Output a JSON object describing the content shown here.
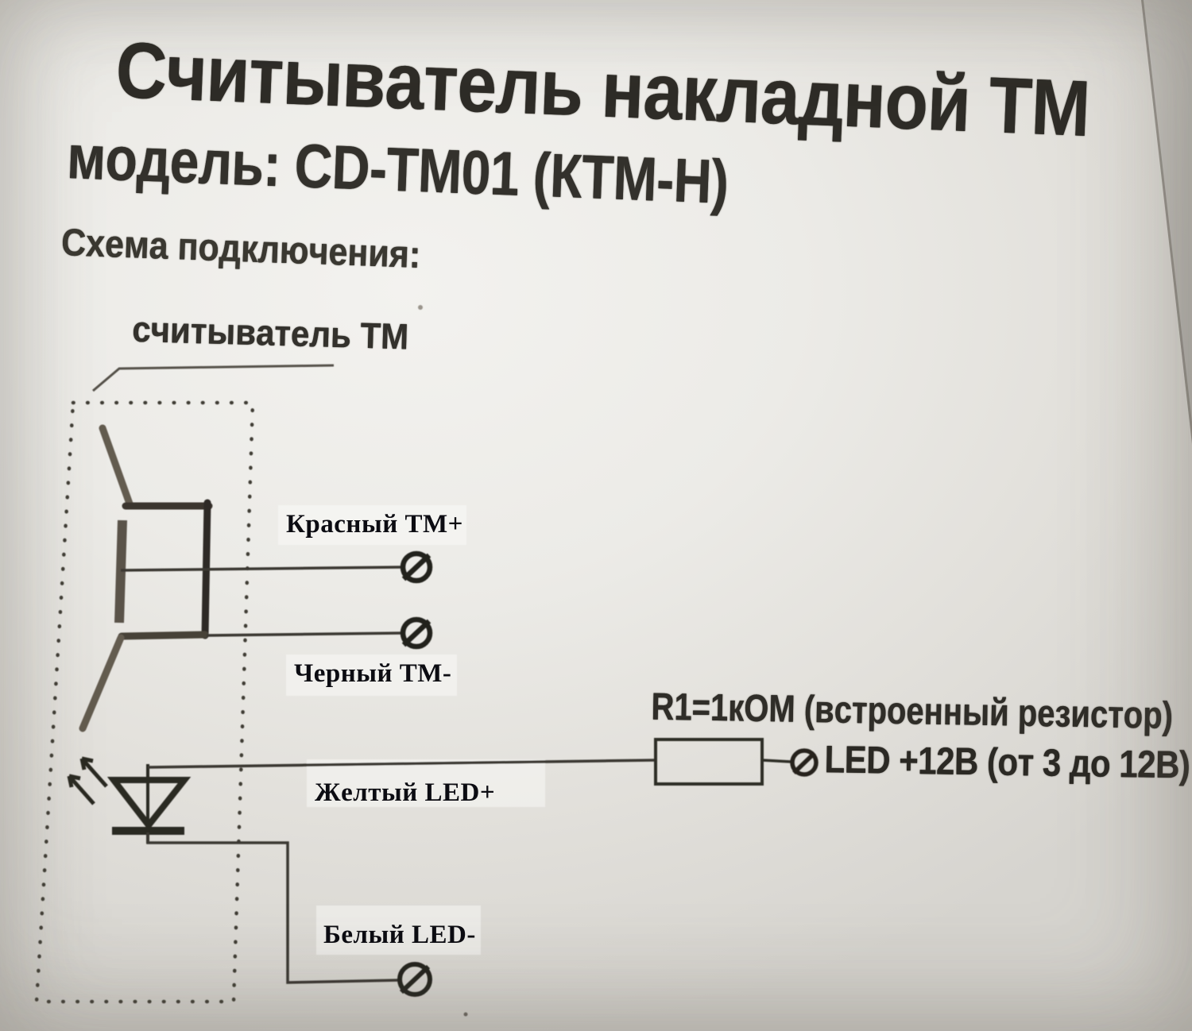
{
  "title": "Считыватель накладной ТМ",
  "model_line": "модель: CD-TM01 (КТМ-Н)",
  "section_label": "Схема подключения:",
  "diagram": {
    "reader_label": "считыватель ТМ",
    "labels": {
      "tm_plus": "Красный ТМ+",
      "tm_minus": "Черный ТМ-",
      "led_plus": "Желтый LED+",
      "led_minus": "Белый LED-"
    },
    "resistor_note": "R1=1кОМ (встроенный резистор)",
    "led_terminal_label": "LED +12В (от 3 до 12В)",
    "colors": {
      "ink": "#33312c",
      "annotation_ink": "#0c0c12",
      "paper": "#e9e7e3"
    }
  }
}
